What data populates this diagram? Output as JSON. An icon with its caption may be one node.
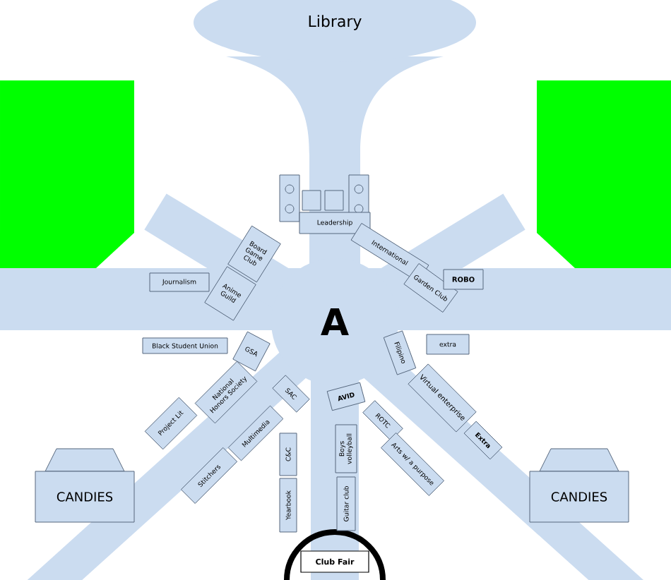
{
  "diagram": {
    "nodes": [
      {
        "text": [
          "Library"
        ]
      },
      {
        "text": [
          "Leadership"
        ]
      },
      {
        "text": [
          "Board Game Club"
        ]
      },
      {
        "text": [
          "Anime Guild"
        ]
      },
      {
        "text": [
          "International"
        ]
      },
      {
        "text": [
          "Garden Club"
        ]
      },
      {
        "text": [
          "ROBO"
        ]
      },
      {
        "text": [
          "Journalism"
        ]
      },
      {
        "text": [
          "A"
        ]
      },
      {
        "text": [
          "Black Student Union"
        ]
      },
      {
        "text": [
          "GSA"
        ]
      },
      {
        "text": [
          "National Honors Society"
        ]
      },
      {
        "text": [
          "Project Lit"
        ]
      },
      {
        "text": [
          "SAC"
        ]
      },
      {
        "text": [
          "Multimedia"
        ]
      },
      {
        "text": [
          "Stitchers"
        ]
      },
      {
        "text": [
          "C&C"
        ]
      },
      {
        "text": [
          "Yearbook"
        ]
      },
      {
        "text": [
          "AVID"
        ]
      },
      {
        "text": [
          "Boys volleyball"
        ]
      },
      {
        "text": [
          "Guitar club"
        ]
      },
      {
        "text": [
          "ROTC"
        ]
      },
      {
        "text": [
          "Arts w/ a purpose"
        ]
      },
      {
        "text": [
          "Filipino"
        ]
      },
      {
        "text": [
          "extra"
        ]
      },
      {
        "text": [
          "Virtual enterprise"
        ]
      },
      {
        "text": [
          "Extra"
        ]
      },
      {
        "text": [
          "CANDIES"
        ]
      },
      {
        "text": [
          "CANDIES"
        ]
      },
      {
        "text": [
          "Club Fair"
        ]
      }
    ]
  }
}
